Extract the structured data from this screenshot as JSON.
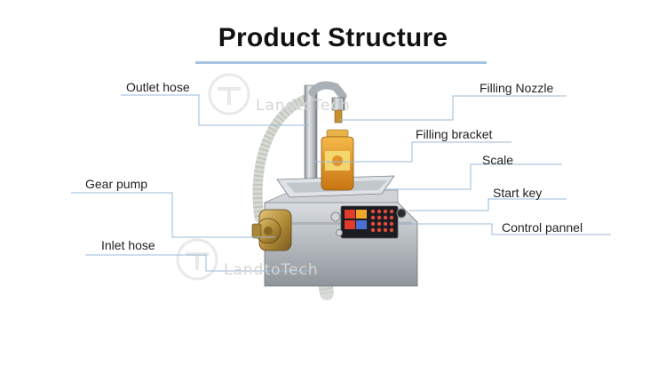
{
  "title": "Product Structure",
  "watermark": "LandtoTech",
  "labels": {
    "outlet_hose": "Outlet hose",
    "filling_nozzle": "Filling Nozzle",
    "filling_bracket": "Filling bracket",
    "scale": "Scale",
    "gear_pump": "Gear pump",
    "start_key": "Start key",
    "inlet_hose": "Inlet hose",
    "control_pannel": "Control pannel"
  },
  "colors": {
    "leader_line": "#9dbbd8",
    "title_rule": "#a9c4df"
  }
}
